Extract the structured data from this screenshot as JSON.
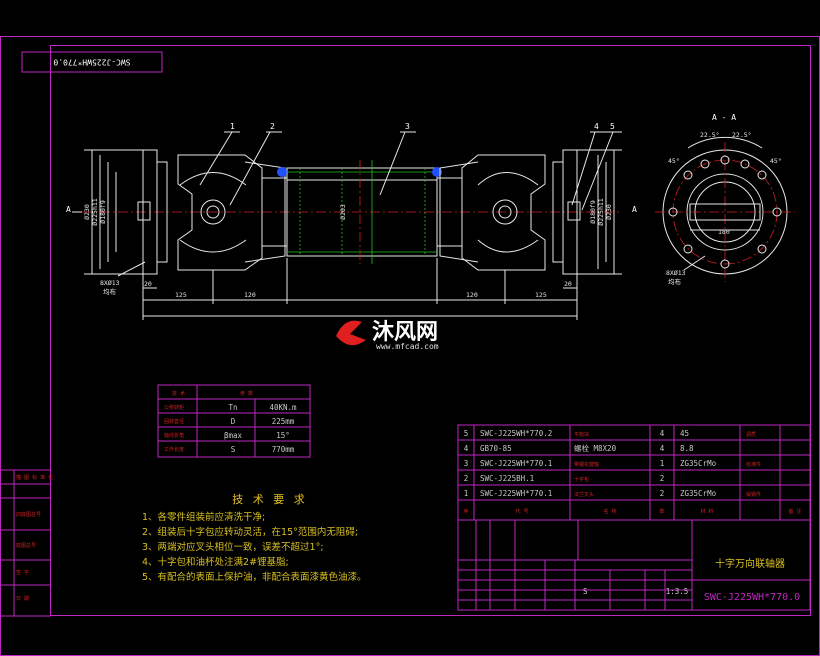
{
  "drawing": {
    "rotated_code": "SWC-J225WH*770.0",
    "title_name": "十字万向联轴器",
    "title_code": "SWC-J225WH*770.0",
    "section_label": "A - A",
    "section_marker": "A",
    "watermark_name": "沐风网",
    "watermark_url": "www.mfcad.com"
  },
  "callouts": [
    "1",
    "2",
    "3",
    "4",
    "5"
  ],
  "dimensions": {
    "d_230_left": "Ø230",
    "d_225_left": "Ø225h11",
    "d_fit_left": "Ø180f9",
    "d_203": "Ø203",
    "d_225_right": "Ø225h11",
    "d_fit_right": "Ø180f9",
    "d_230_right": "Ø230",
    "bolt_left": "8XØ13",
    "bolt_left_note": "均布",
    "bolt_right": "8XØ13",
    "bolt_right_note": "均布",
    "len_125_left": "125",
    "len_120_left": "120",
    "len_120_right": "120",
    "len_125_right": "125",
    "len_20_left": "20",
    "len_20_right": "20",
    "angle_a": "22.5°",
    "angle_b": "22.5°",
    "angle_c": "45°",
    "angle_d": "45°",
    "pcd": "180"
  },
  "params_table": {
    "headers": [
      "技  术",
      "参  数"
    ],
    "rows": [
      {
        "label": "公称转矩",
        "symbol": "Tn",
        "value": "40KN.m"
      },
      {
        "label": "回转直径",
        "symbol": "D",
        "value": "225mm"
      },
      {
        "label": "轴线折角",
        "symbol": "βmax",
        "value": "15°"
      },
      {
        "label": "工作长度",
        "symbol": "S",
        "value": "770mm"
      }
    ]
  },
  "requirements": {
    "title": "技 术 要 求",
    "items": [
      "1、各零件组装前应清洗干净;",
      "2、组装后十字包应转动灵活，在15°范围内无阻碍;",
      "3、两端对应叉头相位一致，误差不超过1°;",
      "4、十字包和油杯处注满2#锂基脂;",
      "5、有配合的表面上保护油，非配合表面漆黄色油漆。"
    ]
  },
  "bom": [
    {
      "no": "5",
      "code": "SWC-J225WH*770.2",
      "name": "平衡块",
      "qty": "4",
      "material": "45"
    },
    {
      "no": "4",
      "code": "GB70-85",
      "name": "螺栓 M8X20",
      "qty": "4",
      "material": "8.8"
    },
    {
      "no": "3",
      "code": "SWC-J225WH*770.1",
      "name": "带钢花键轴",
      "qty": "1",
      "material": "ZG35CrMo"
    },
    {
      "no": "2",
      "code": "SWC-J225BH.1",
      "name": "十字包",
      "qty": "2",
      "material": ""
    },
    {
      "no": "1",
      "code": "SWC-J225WH*770.1",
      "name": "法兰叉头",
      "qty": "2",
      "material": "ZG35CrMo"
    }
  ],
  "bom_header": {
    "no": "序",
    "code": "代   号",
    "name": "名       称",
    "qty": "数",
    "material": "材   料",
    "note": "备 注"
  },
  "bom_extra": {
    "row3_note": "标准件",
    "row1_note": "锻钢件",
    "row5_extra": "调质"
  },
  "title_block": {
    "scale_s": "S",
    "scale": "1:3.5"
  },
  "left_strip": [
    "描 图 标 准 化",
    "旧底图总号",
    "底图总号",
    "签 字",
    "日 期"
  ]
}
